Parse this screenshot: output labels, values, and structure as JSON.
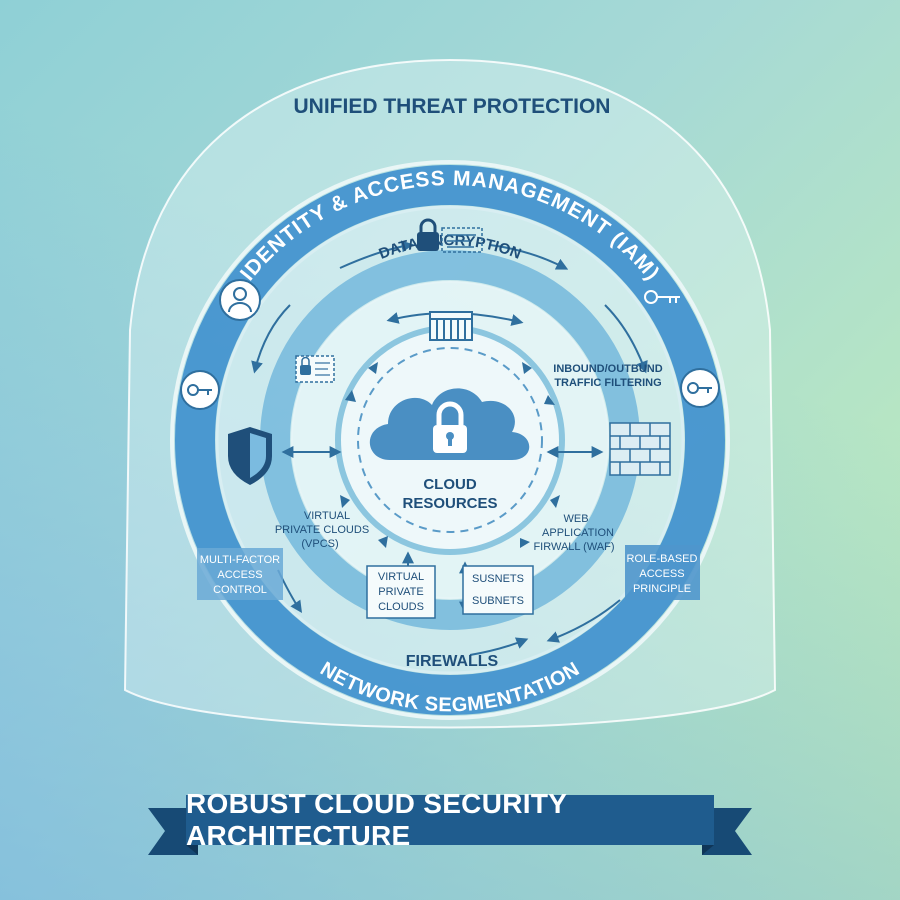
{
  "title": "UNIFIED THREAT PROTECTION",
  "rings": {
    "outer_top": "IDENTITY & ACCESS MANAGEMENT (IAM)",
    "outer_bottom": "NETWORK SEGMENTATION",
    "middle_top": "DATA ENCRYPTION",
    "middle_bottom": "FIREWALLS"
  },
  "center": {
    "line1": "CLOUD",
    "line2": "RESOURCES"
  },
  "labels": {
    "traffic_line1": "INBOUND/OUTBUND",
    "traffic_line2": "TRAFFIC FILTERING",
    "vpc_line1": "VIRTUAL",
    "vpc_line2": "PRIVATE CLOUDS",
    "vpc_line3": "(VPCS)",
    "waf_line1": "WEB",
    "waf_line2": "APPLICATION",
    "waf_line3": "FIRWALL (WAF)",
    "mfa_line1": "MULTI-FACTOR",
    "mfa_line2": "ACCESS",
    "mfa_line3": "CONTROL",
    "rbac_line1": "ROLE-BASED",
    "rbac_line2": "ACCESS",
    "rbac_line3": "PRINCIPLE"
  },
  "boxes": {
    "vpc_box_line1": "VIRTUAL",
    "vpc_box_line2": "PRIVATE",
    "vpc_box_line3": "CLOUDS",
    "subnet_box_line1": "SUSNETS",
    "subnet_box_line2": "SUBNETS"
  },
  "banner": "ROBUST CLOUD SECURITY ARCHITECTURE",
  "icons": [
    "user-icon",
    "key-icon",
    "shield-icon",
    "lock-icon",
    "brick-wall-icon",
    "cloud-lock-icon",
    "gate-icon",
    "document-lock-icon"
  ],
  "colors": {
    "outer_ring": "#3f8fcc",
    "middle_ring": "#6cb4d9",
    "accent_dark": "#1f4f7a",
    "banner": "#1f5c8e"
  }
}
